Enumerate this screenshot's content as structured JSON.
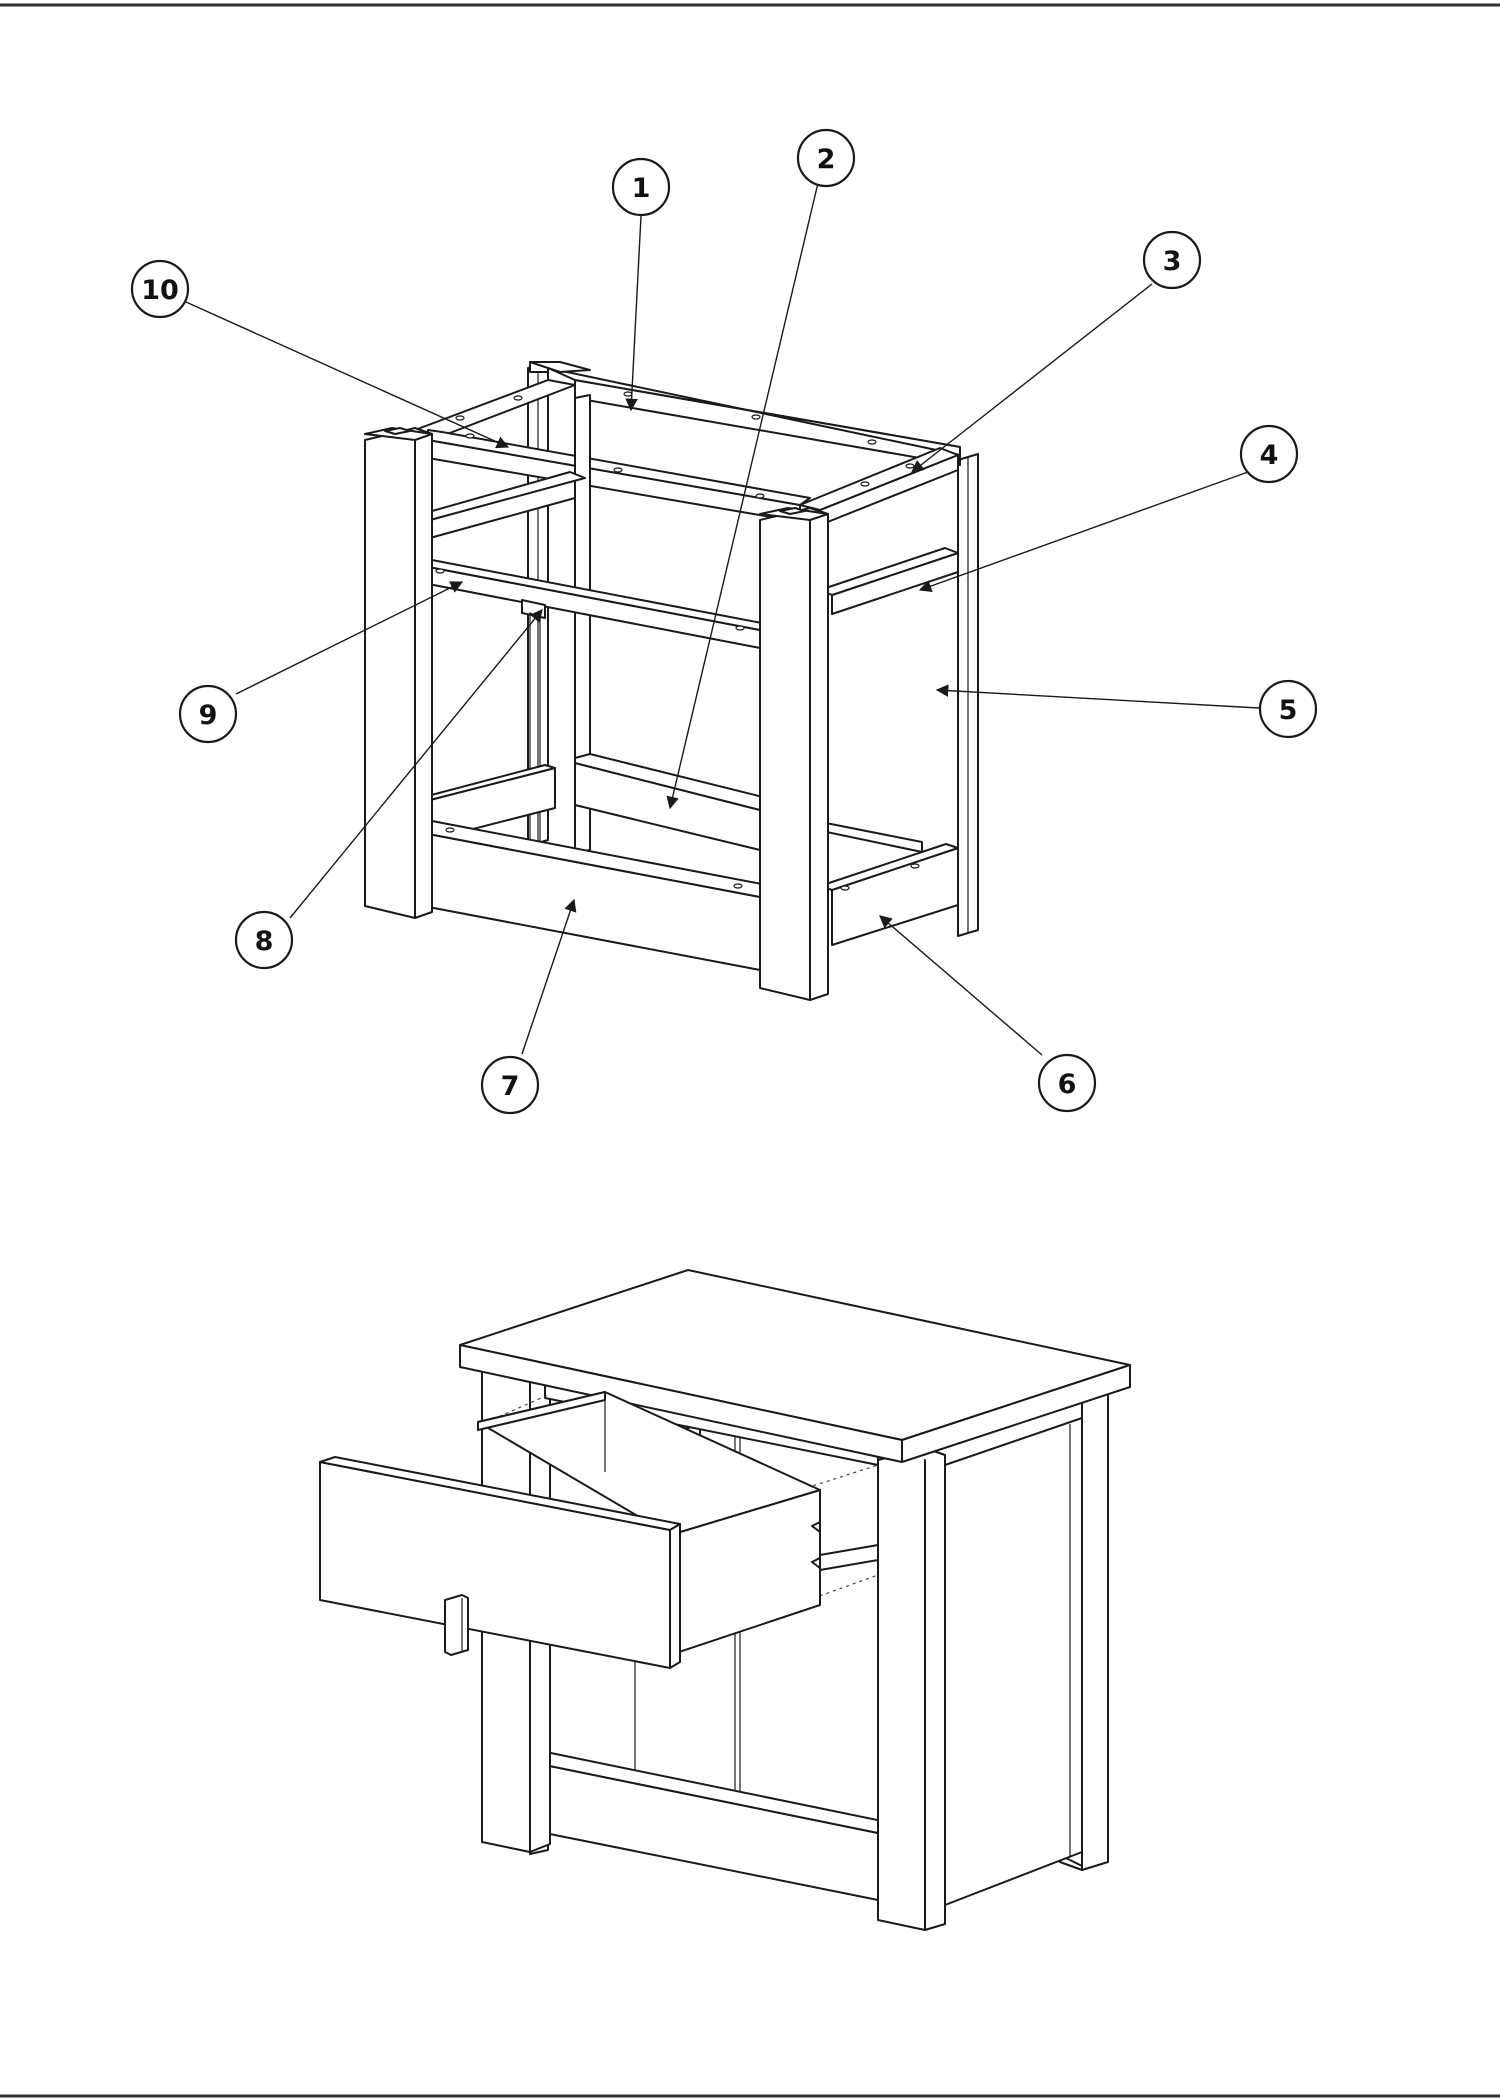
{
  "diagram": {
    "type": "exploded-assembly",
    "subject": "nightstand-frame-with-drawer",
    "callouts": [
      {
        "id": "1",
        "label": "1"
      },
      {
        "id": "2",
        "label": "2"
      },
      {
        "id": "3",
        "label": "3"
      },
      {
        "id": "4",
        "label": "4"
      },
      {
        "id": "5",
        "label": "5"
      },
      {
        "id": "6",
        "label": "6"
      },
      {
        "id": "7",
        "label": "7"
      },
      {
        "id": "8",
        "label": "8"
      },
      {
        "id": "9",
        "label": "9"
      },
      {
        "id": "10",
        "label": "10"
      }
    ]
  },
  "colors": {
    "line": "#1a1a1a",
    "fill": "#ffffff",
    "background": "#ffffff"
  }
}
